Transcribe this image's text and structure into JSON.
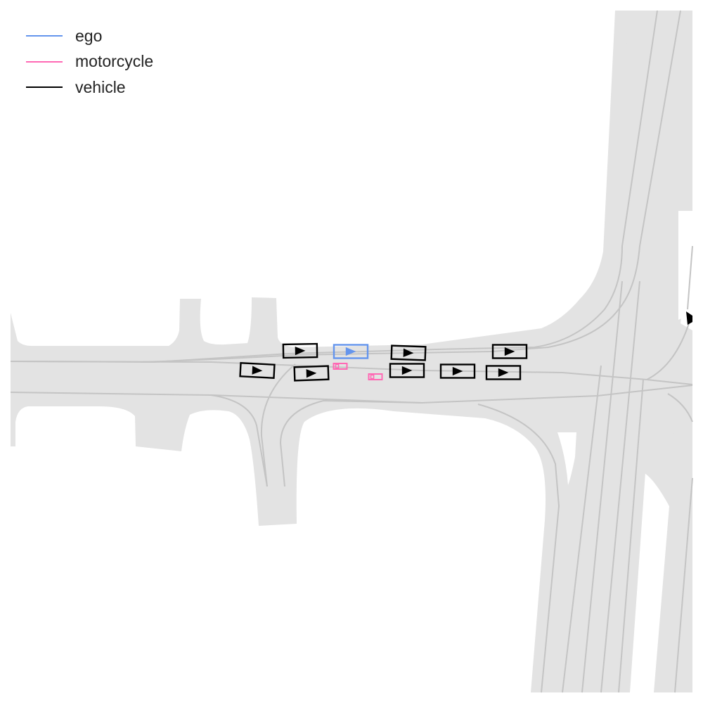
{
  "legend": {
    "items": [
      {
        "label": "ego",
        "color": "#6495ed"
      },
      {
        "label": "motorcycle",
        "color": "#ff69b4"
      },
      {
        "label": "vehicle",
        "color": "#000000"
      }
    ]
  },
  "colors": {
    "road": "#e3e3e3",
    "lane_line": "#c4c4c4",
    "ego": "#6495ed",
    "motorcycle": "#ff69b4",
    "vehicle": "#000000"
  },
  "agents": [
    {
      "type": "ego",
      "heading": "east"
    },
    {
      "type": "vehicle",
      "heading": "east"
    },
    {
      "type": "vehicle",
      "heading": "east"
    },
    {
      "type": "vehicle",
      "heading": "east"
    },
    {
      "type": "vehicle",
      "heading": "east"
    },
    {
      "type": "vehicle",
      "heading": "east"
    },
    {
      "type": "vehicle",
      "heading": "east"
    },
    {
      "type": "vehicle",
      "heading": "east"
    },
    {
      "type": "vehicle",
      "heading": "east"
    },
    {
      "type": "motorcycle",
      "heading": "east"
    },
    {
      "type": "motorcycle",
      "heading": "east"
    }
  ]
}
